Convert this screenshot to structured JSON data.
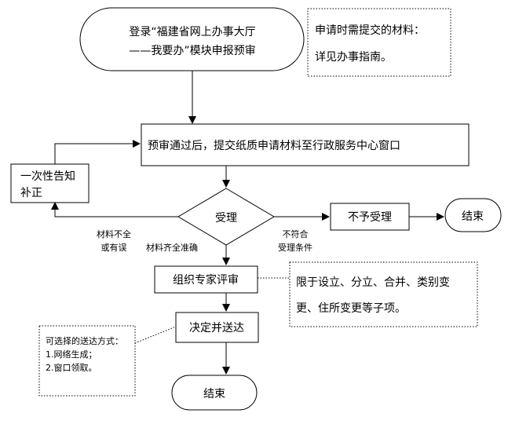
{
  "nodes": {
    "login_line1": "登录“福建省网上办事大厅",
    "login_line2": "——我要办”模块申报预审",
    "materials_note_line1": "申请时需提交的材料：",
    "materials_note_line2": "详见办事指南。",
    "submit_paper": "预审通过后，提交纸质申请材料至行政服务中心窗口",
    "notify_line1": "一次性告知",
    "notify_line2": "补正",
    "accept": "受理",
    "reject": "不予受理",
    "end_top": "结束",
    "expert_review": "组织专家评审",
    "scope_note_line1": "限于设立、分立、合并、类别变",
    "scope_note_line2": "更、住所变更等子项。",
    "decide_deliver": "决定并送达",
    "delivery_note_title": "可选择的送达方式：",
    "delivery_note_item1": "1.网络生成；",
    "delivery_note_item2": "2.窗口领取。",
    "end_bottom": "结束"
  },
  "edge_labels": {
    "incomplete_line1": "材料不全",
    "incomplete_line2": "或有误",
    "complete": "材料齐全准确",
    "not_meet_line1": "不符合",
    "not_meet_line2": "受理条件"
  }
}
